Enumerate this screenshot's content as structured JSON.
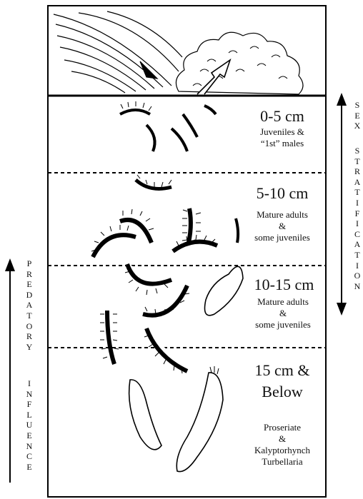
{
  "zones": [
    {
      "depth": "0-5 cm",
      "desc1": "Juveniles &",
      "desc2": "“1st” males",
      "desc3": ""
    },
    {
      "depth": "5-10 cm",
      "desc1": "Mature adults",
      "desc2": "&",
      "desc3": "some juveniles"
    },
    {
      "depth": "10-15 cm",
      "desc1": "Mature adults",
      "desc2": "&",
      "desc3": "some juveniles"
    },
    {
      "depth": "15 cm &",
      "depth2": "Below",
      "desc1": "Proseriate",
      "desc2": "&",
      "desc3": "Kalyptorhynch",
      "desc4": "Turbellaria"
    }
  ],
  "left_axis": {
    "word1": "PREDATORY",
    "word2": "INFLUENCE"
  },
  "right_axis": {
    "word1": "SEX",
    "word2": "STRATIFICATION"
  },
  "icons": [
    "wave-breaking-icon",
    "sand-polychaete-icon",
    "flatworm-icon"
  ]
}
